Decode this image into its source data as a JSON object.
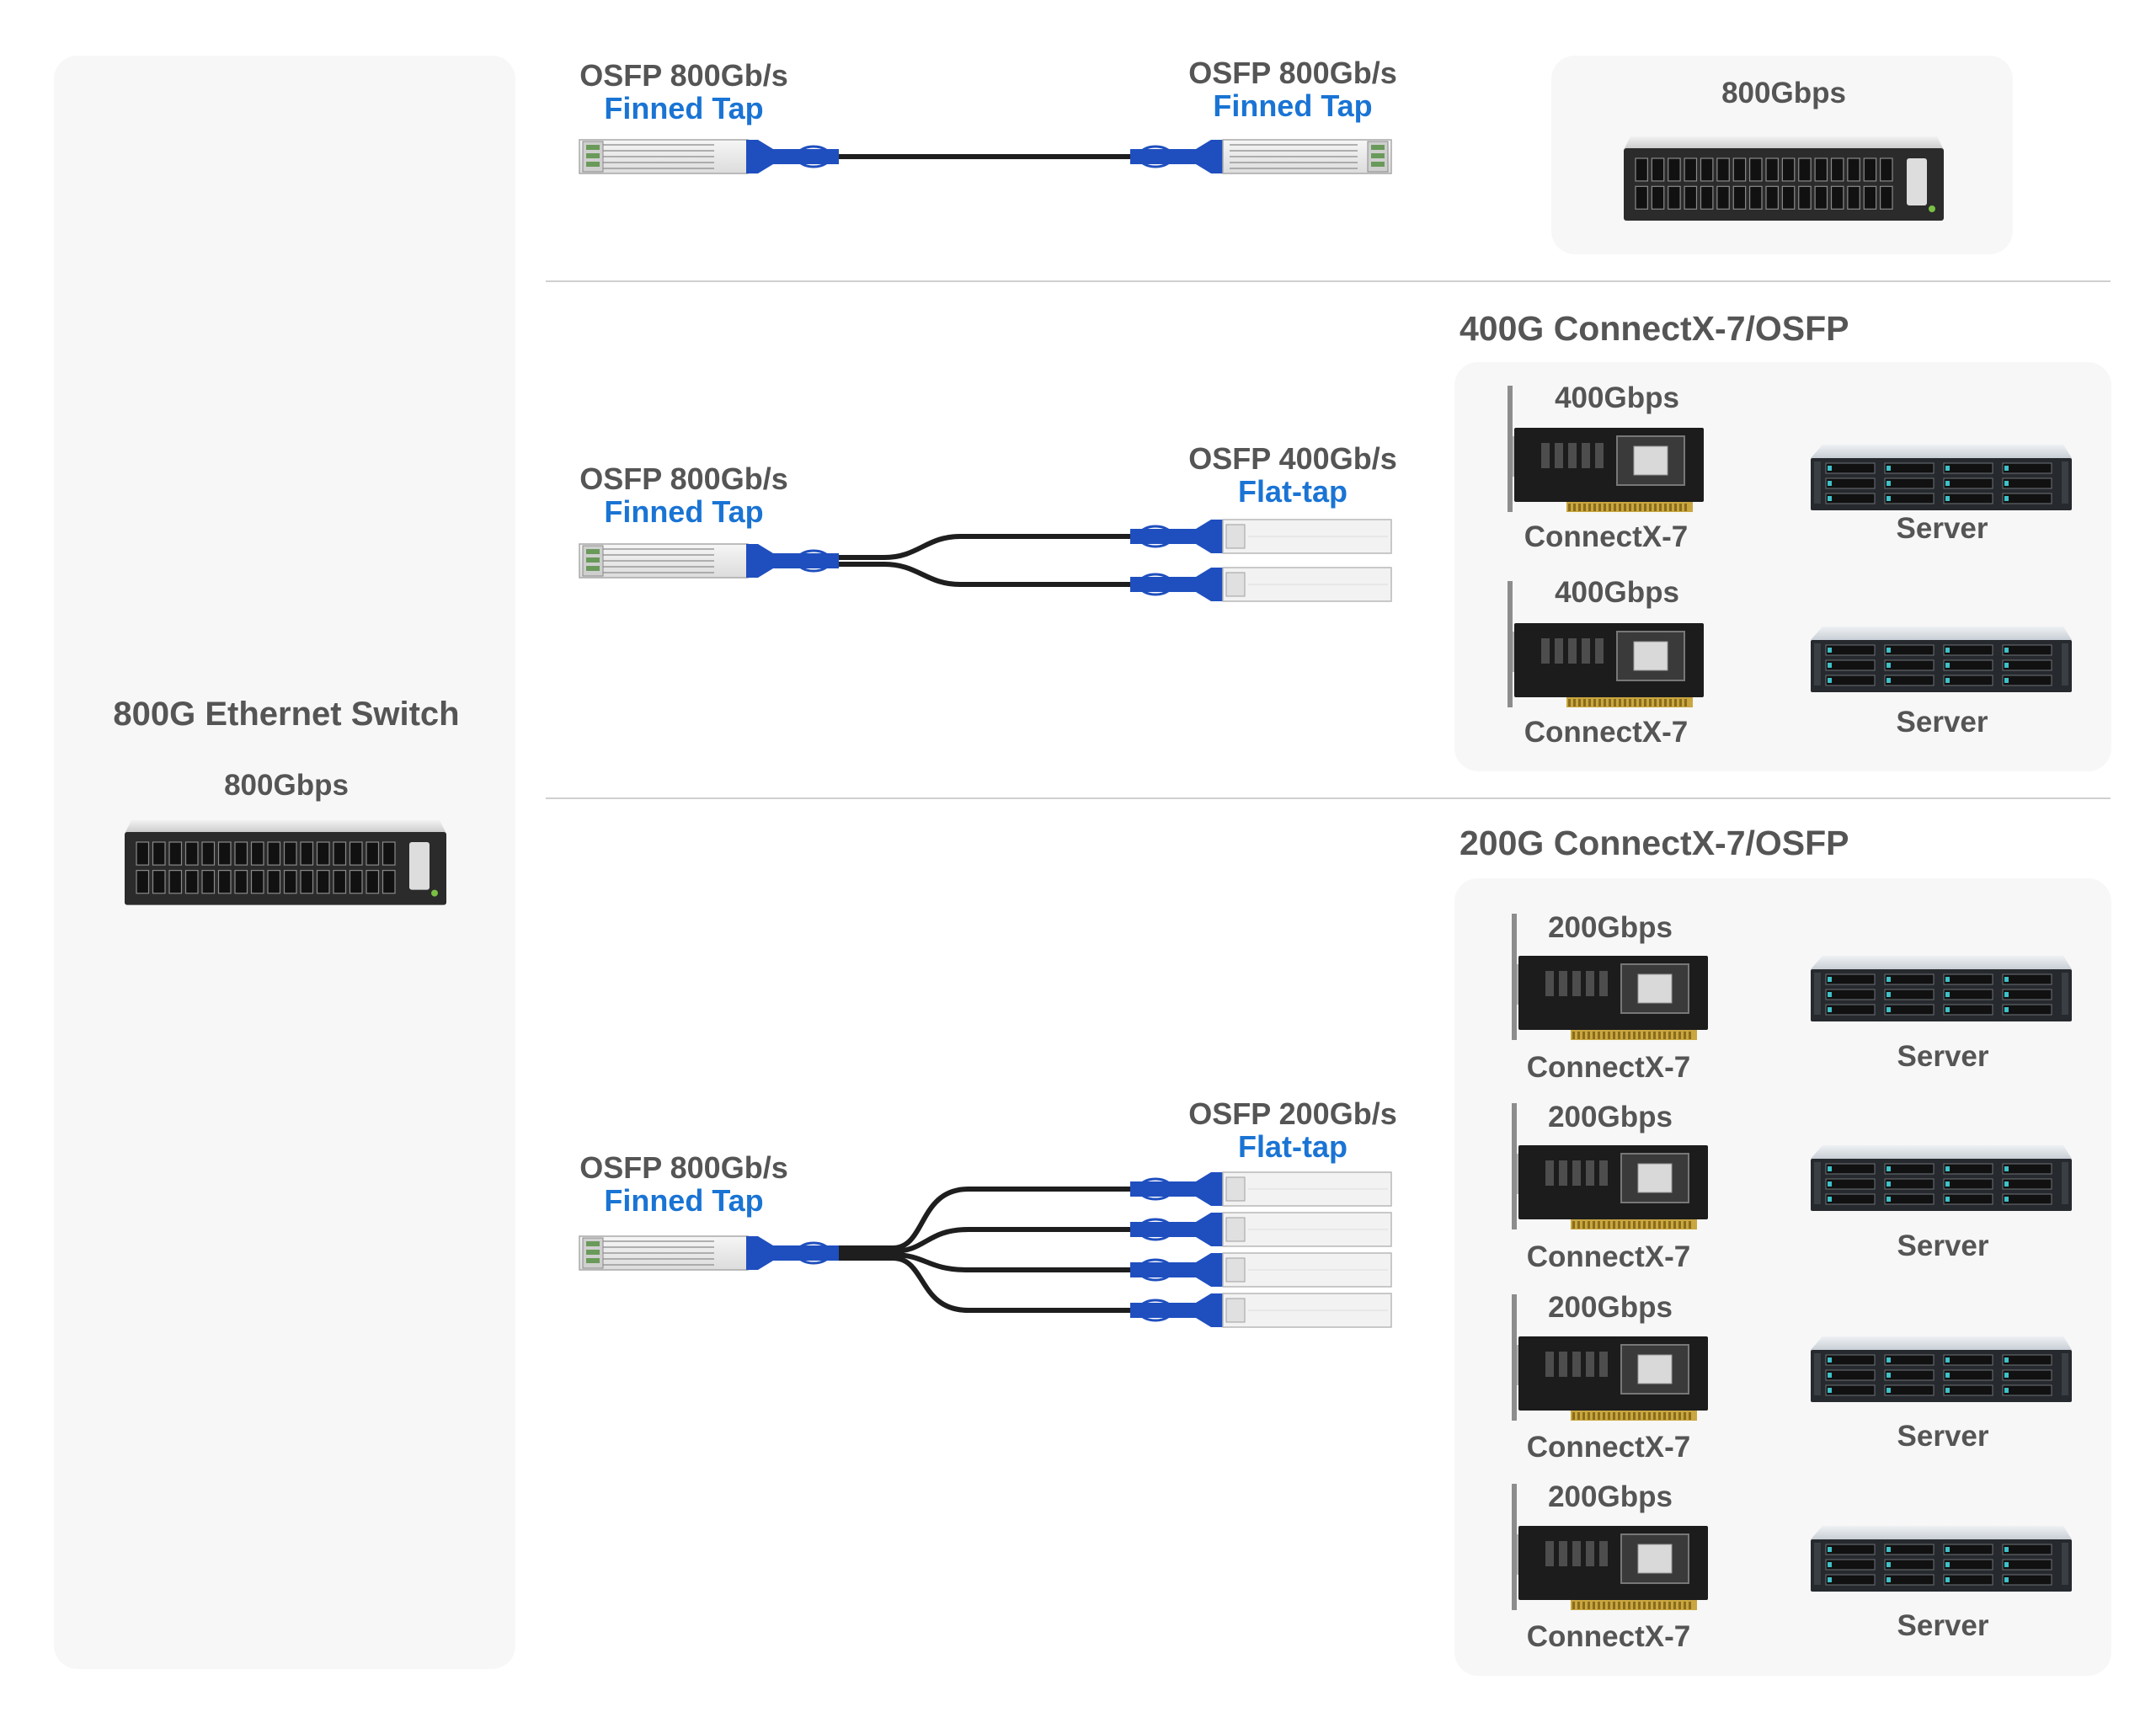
{
  "switch_left": {
    "title": "800G Ethernet Switch",
    "speed": "800Gbps"
  },
  "row1": {
    "left_port": "OSFP 800Gb/s",
    "left_tap": "Finned Tap",
    "right_port": "OSFP 800Gb/s",
    "right_tap": "Finned Tap",
    "switch_speed": "800Gbps"
  },
  "row2": {
    "left_port": "OSFP 800Gb/s",
    "left_tap": "Finned Tap",
    "right_port": "OSFP 400Gb/s",
    "right_tap": "Flat-tap",
    "section_title": "400G ConnectX-7/OSFP",
    "nic_speed": "400Gbps",
    "nic_name": "ConnectX-7",
    "server_name": "Server"
  },
  "row3": {
    "left_port": "OSFP 800Gb/s",
    "left_tap": "Finned Tap",
    "right_port": "OSFP 200Gb/s",
    "right_tap": "Flat-tap",
    "section_title": "200G ConnectX-7/OSFP",
    "nic_speed": "200Gbps",
    "nic_name": "ConnectX-7",
    "server_name": "Server"
  },
  "colors": {
    "accent_blue": "#1a74d4",
    "boot_blue": "#1f4fbf",
    "cable": "#1e1e1e",
    "text_gray": "#555555",
    "panel": "#f7f7f7"
  }
}
